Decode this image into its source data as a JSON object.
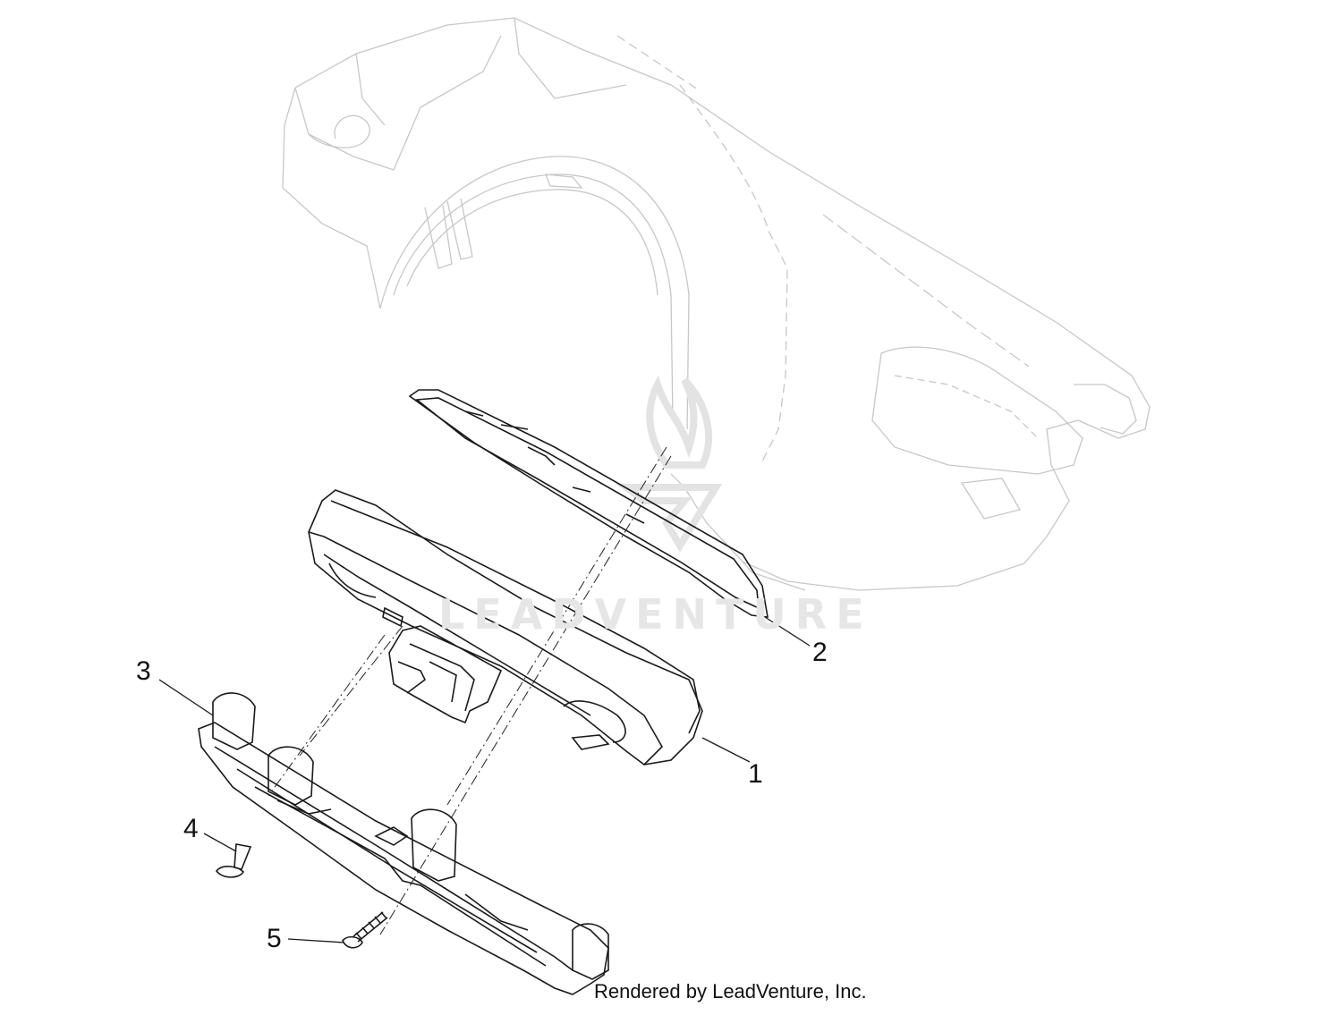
{
  "callouts": {
    "part1": "1",
    "part2": "2",
    "part3": "3",
    "part4": "4",
    "part5": "5"
  },
  "watermark": "LEADVENTURE",
  "credit": "Rendered by LeadVenture, Inc.",
  "colors": {
    "ghost_line": "#c7c7c7",
    "part_line": "#1a1a1a",
    "watermark": "#e6e6e6"
  }
}
